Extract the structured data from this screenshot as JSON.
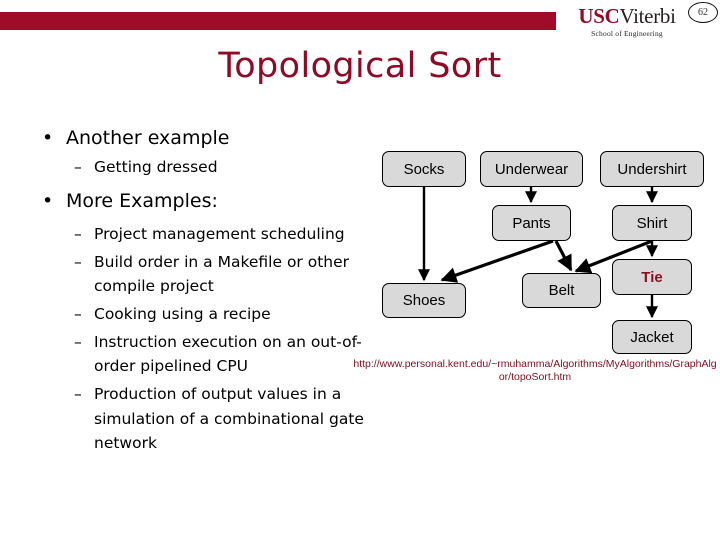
{
  "header": {
    "bar_color": "#a00b28",
    "logo": {
      "usc": "USC",
      "viterbi": "Viterbi",
      "subtitle": "School of Engineering"
    },
    "slide_number": "62"
  },
  "title": "Topological Sort",
  "body": {
    "bullet_mark": "•",
    "dash_mark": "–",
    "items": [
      {
        "level": 1,
        "text": "Another example"
      },
      {
        "level": 2,
        "text": "Getting dressed"
      },
      {
        "level": 1,
        "text": "More Examples:"
      },
      {
        "level": 2,
        "text": "Project management scheduling"
      },
      {
        "level": 2,
        "text": "Build order in a Makefile or other compile project"
      },
      {
        "level": 2,
        "text": "Cooking using a recipe"
      },
      {
        "level": 2,
        "text": "Instruction execution on an out-of-order pipelined CPU"
      },
      {
        "level": 2,
        "text": "Production of output values in a simulation of  a combinational gate network"
      }
    ]
  },
  "diagram": {
    "title": "getting-dressed-dependency-graph",
    "node_fill": "#d9d9d9",
    "node_border": "#000000",
    "accent_color": "#8e1020",
    "nodes": [
      {
        "id": "socks",
        "label": "Socks"
      },
      {
        "id": "underwear",
        "label": "Underwear"
      },
      {
        "id": "undershirt",
        "label": "Undershirt"
      },
      {
        "id": "pants",
        "label": "Pants"
      },
      {
        "id": "shirt",
        "label": "Shirt"
      },
      {
        "id": "belt",
        "label": "Belt"
      },
      {
        "id": "tie",
        "label": "Tie",
        "accent": true
      },
      {
        "id": "shoes",
        "label": "Shoes"
      },
      {
        "id": "jacket",
        "label": "Jacket"
      }
    ],
    "edges": [
      {
        "from": "socks",
        "to": "shoes"
      },
      {
        "from": "underwear",
        "to": "pants"
      },
      {
        "from": "undershirt",
        "to": "shirt"
      },
      {
        "from": "pants",
        "to": "shoes"
      },
      {
        "from": "pants",
        "to": "belt"
      },
      {
        "from": "shirt",
        "to": "belt"
      },
      {
        "from": "shirt",
        "to": "tie"
      },
      {
        "from": "tie",
        "to": "jacket"
      }
    ]
  },
  "source_url": "http://www.personal.kent.edu/~rmuhamma/Algorithms/MyAlgorithms/GraphAlgor/topoSort.htm"
}
